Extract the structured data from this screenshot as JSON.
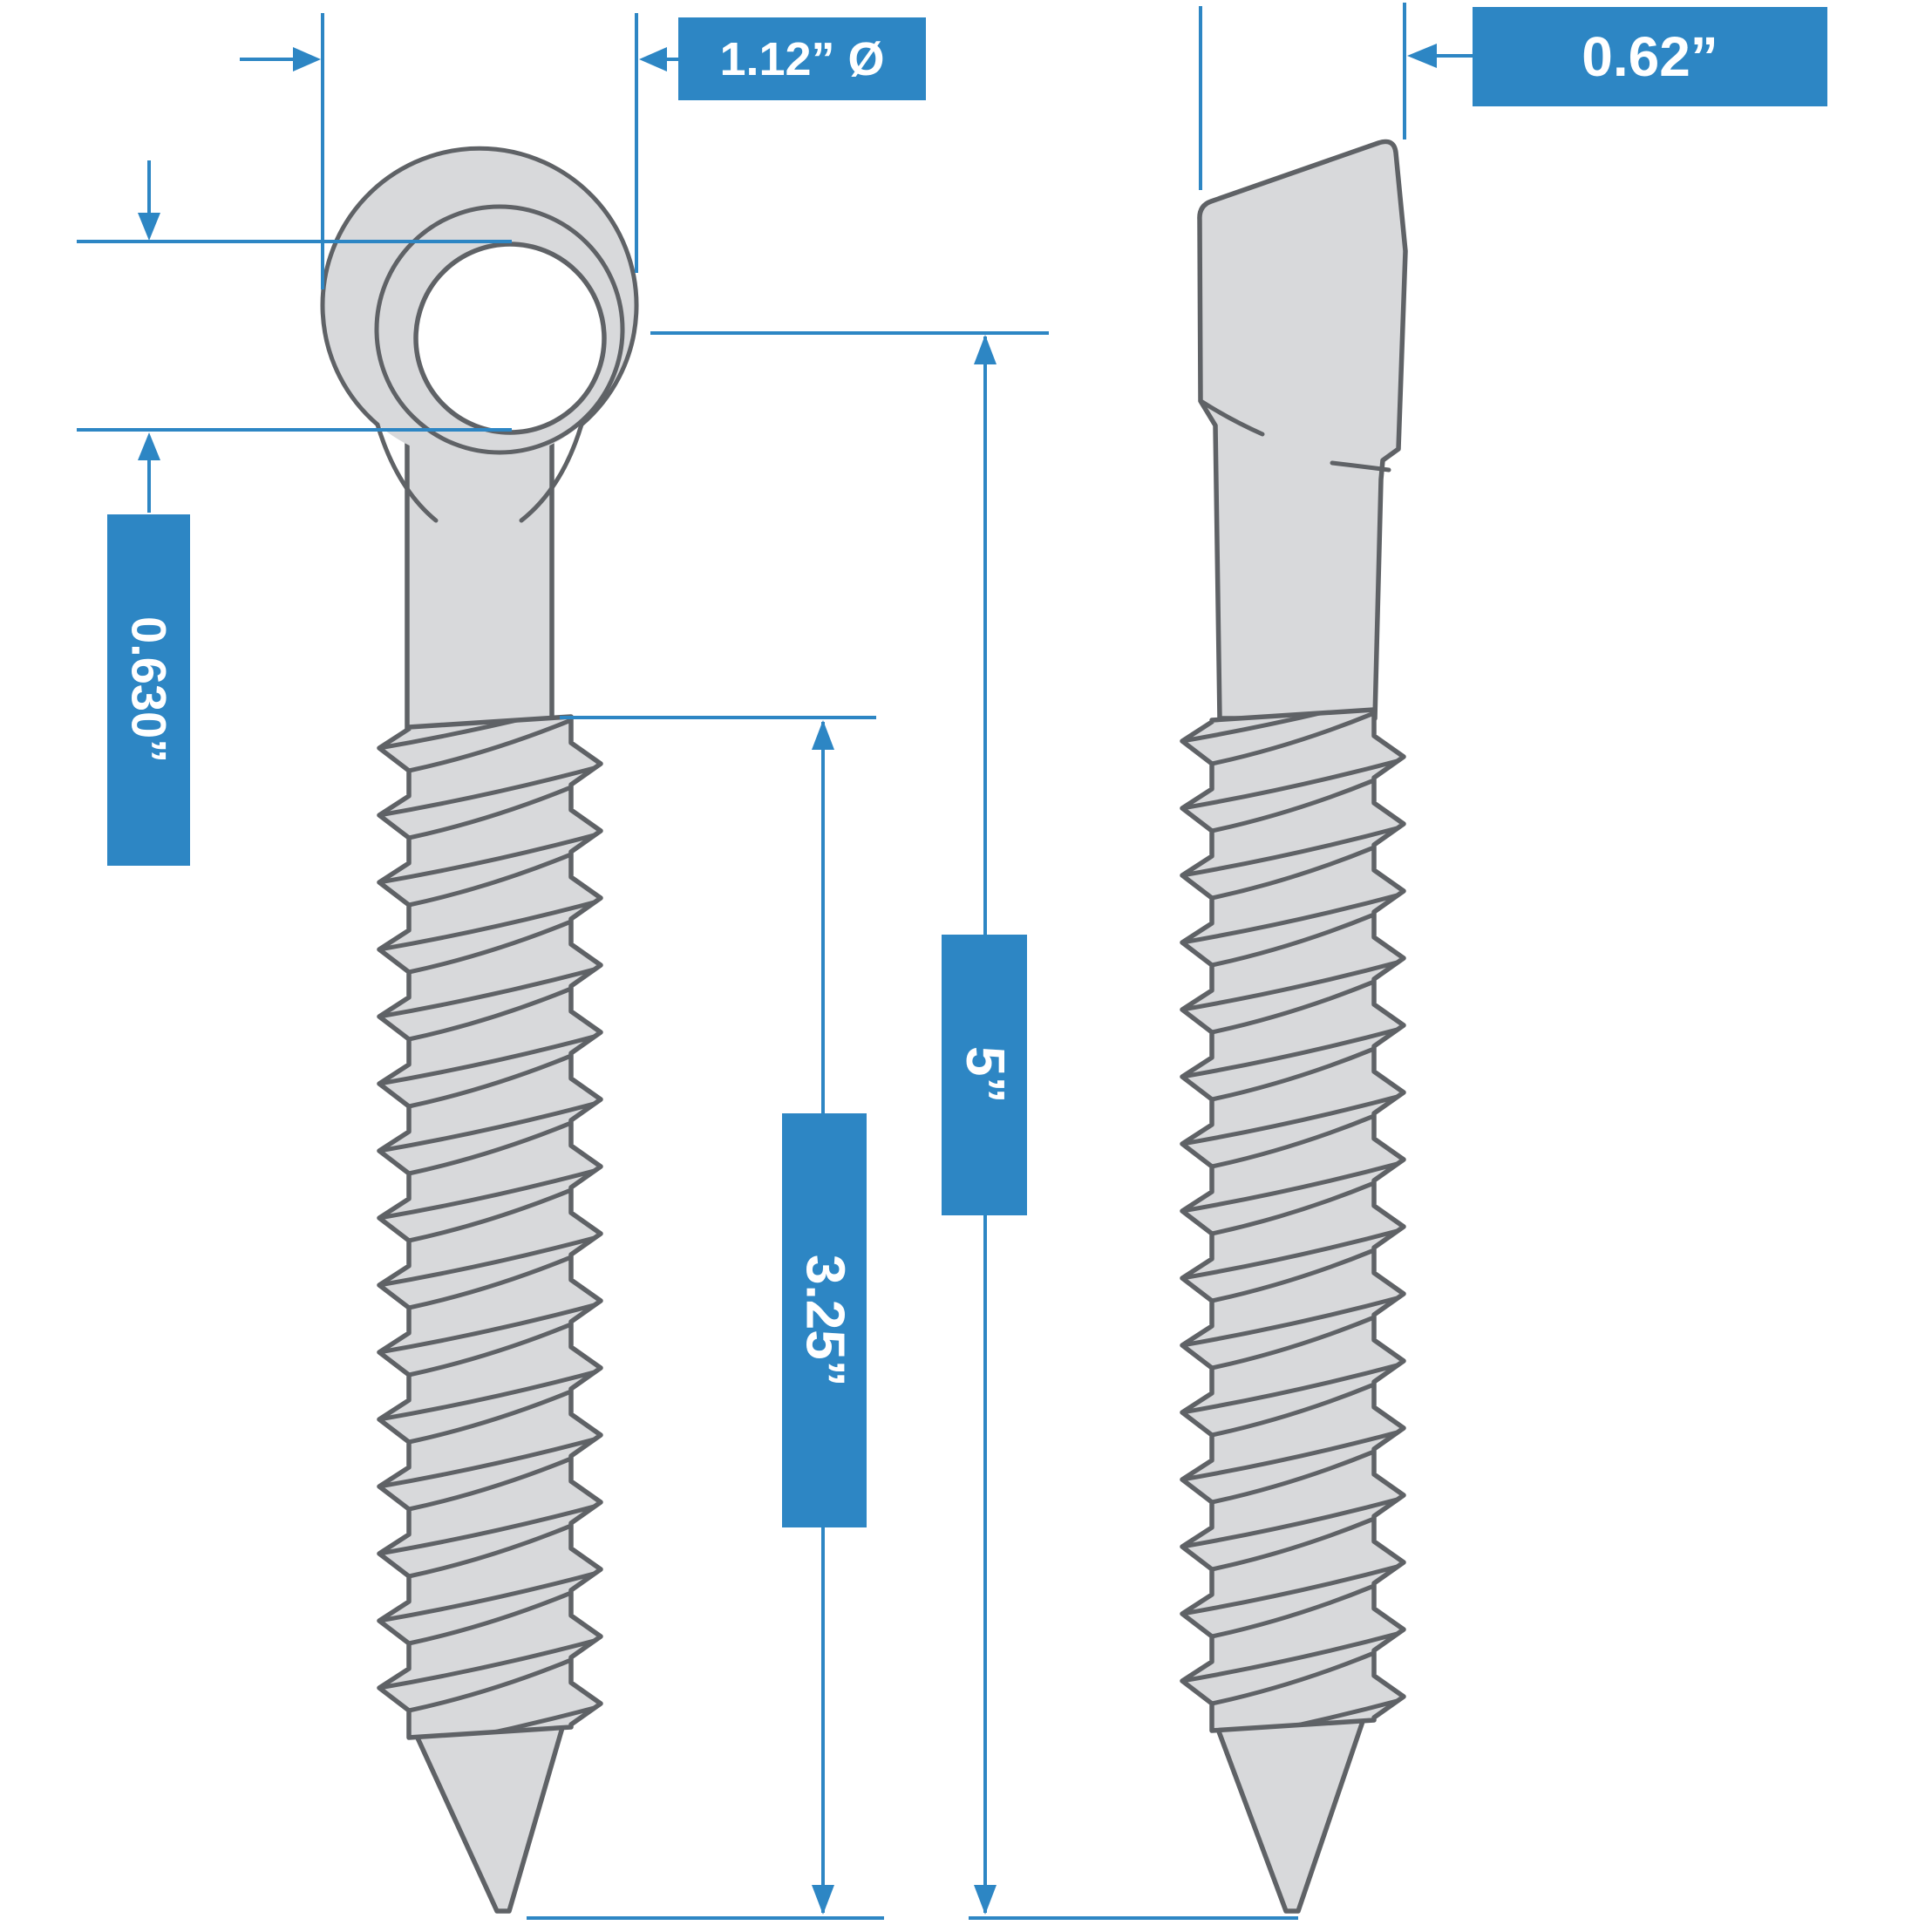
{
  "diagram": {
    "dimensions": {
      "eye_outer_diameter": "1.12” Ø",
      "profile_width": "0.62”",
      "eye_inner_diameter": "0.630”",
      "overall_length": "5”",
      "thread_length": "3.25”"
    },
    "colors": {
      "dimension_blue": "#2d86c4",
      "label_text": "#ffffff",
      "part_fill": "#d8d9db",
      "part_outline": "#5f6266",
      "background": "#ffffff"
    }
  }
}
